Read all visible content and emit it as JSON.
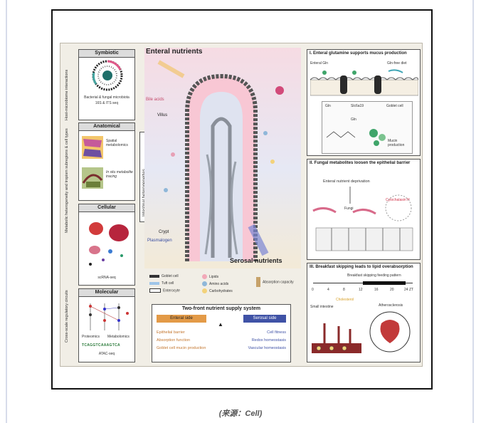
{
  "caption": "(来源：Cell)",
  "left": {
    "symbiotic": {
      "title": "Symbiotic",
      "line1": "Bacterial & fungal microbiota",
      "line2": "16S & ITS seq"
    },
    "anatomical": {
      "title": "Anatomical",
      "spatial": "Spatial metabolomics",
      "insitu": "In situ metabolite tracing"
    },
    "cellular": {
      "title": "Cellular",
      "scrna": "scRNA-seq"
    },
    "molecular": {
      "title": "Molecular",
      "proteomics": "Proteomics",
      "metabolomics": "Metabolomics",
      "atac": "ATAC-seq",
      "seq": "TCAGGTCAAAGTCA"
    },
    "axis_labels": [
      "Host-microbiome interactions",
      "Metabolic heterogeneity and tropism subregions & cell types",
      "Cross-scale regulatory circuits"
    ],
    "center_bar": "Intestinal heterogeneities"
  },
  "center": {
    "enteral": "Enteral nutrients",
    "serosal": "Serosal nutrients",
    "bile": "Bile acids",
    "villus": "Villus",
    "crypt": "Crypt",
    "plasmalogen": "Plasmalogen",
    "legend": [
      {
        "label": "Goblet cell",
        "color": "#333333"
      },
      {
        "label": "Tuft cell",
        "color": "#9ec5e8"
      },
      {
        "label": "Enterocyte",
        "color": "#ffffff"
      },
      {
        "label": "Lipids",
        "color": "#f2a9b8"
      },
      {
        "label": "Amino acids",
        "color": "#8fb7d9"
      },
      {
        "label": "Carbohydrates",
        "color": "#f3d27a"
      },
      {
        "label": "Absorption capacity",
        "color": "#c7a26a"
      }
    ],
    "supply": {
      "title": "Two-front nutrient supply system",
      "enteral_side": "Enteral side",
      "serosal_side": "Serosal side",
      "enteral_items": [
        "Epithelial barrier",
        "Absorption function",
        "Goblet cell mucin production"
      ],
      "serosal_items": [
        "Cell fitness",
        "Redox homeostasis",
        "Vascular homeostasis"
      ]
    }
  },
  "right": {
    "p1": {
      "title": "I. Enteral glutamine supports mucus production",
      "gln_left": "Enteral Gln",
      "gln_free": "Gln-free diet",
      "gln": "Gln",
      "slc": "Slc6a19",
      "goblet": "Goblet cell",
      "gln2": "Gln",
      "mucin": "Mucin production"
    },
    "p2": {
      "title": "II. Fungal metabolites loosen the epithelial barrier",
      "deprivation": "Enteral nutrient deprivation",
      "fungi": "Fungi",
      "cytochalasin": "Cytochalasin H"
    },
    "p3": {
      "title": "III. Breakfast skipping leads to lipid overabsorption",
      "pattern": "Breakfast skipping feeding pattern",
      "ticks": [
        "0",
        "4",
        "8",
        "12",
        "16",
        "20",
        "24 ZT"
      ],
      "intestine": "Small intestine",
      "cholesterol": "Cholesterol",
      "athero": "Atherosclerosis"
    }
  }
}
